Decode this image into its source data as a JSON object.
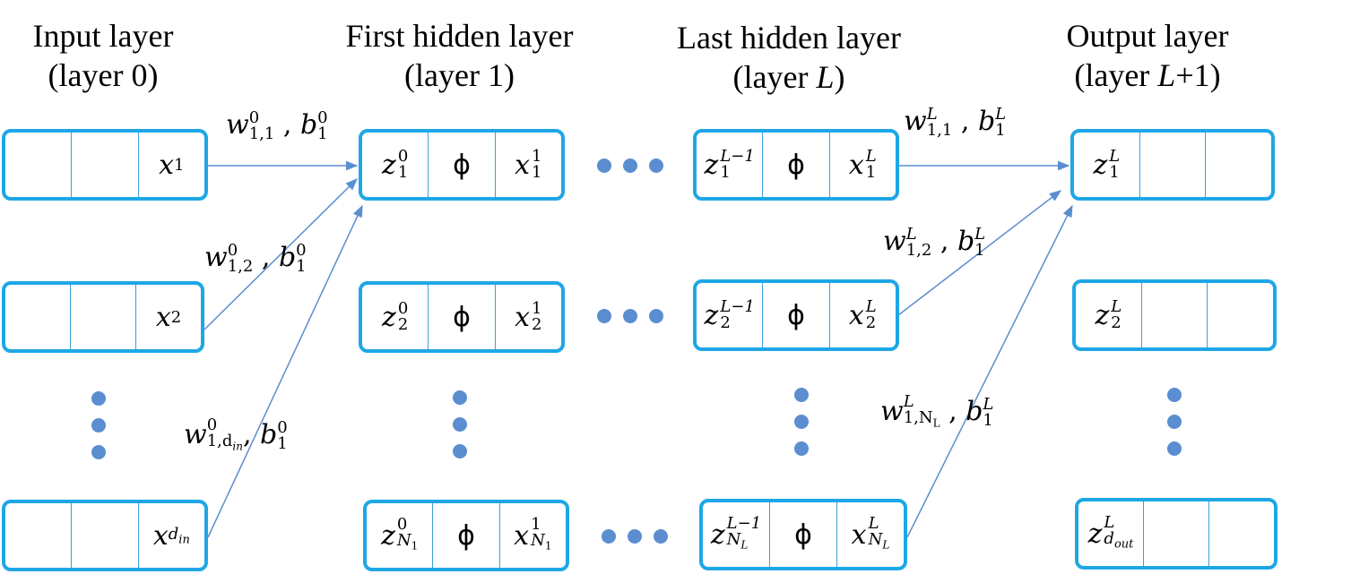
{
  "headers": {
    "input": {
      "line1": "Input layer",
      "line2": "(layer 0)"
    },
    "first_hidden": {
      "line1": "First hidden layer",
      "line2": "(layer 1)"
    },
    "last_hidden": {
      "line1": "Last hidden layer",
      "line2_pre": "(layer ",
      "line2_sym": "L",
      "line2_post": ")"
    },
    "output": {
      "line1": "Output layer",
      "line2_pre": "(layer ",
      "line2_sym": "L",
      "line2_post": "+1)"
    }
  },
  "cell_phi": "ϕ",
  "input_nodes": [
    {
      "sym": "x",
      "sub": "1",
      "sup": ""
    },
    {
      "sym": "x",
      "sub": "2",
      "sup": ""
    },
    {
      "sym": "x",
      "sub": "d",
      "subsub": "in",
      "sup": ""
    }
  ],
  "first_hidden_nodes": [
    {
      "z": {
        "sym": "z",
        "sub": "1",
        "sup": "0"
      },
      "x": {
        "sym": "x",
        "sub": "1",
        "sup": "1"
      }
    },
    {
      "z": {
        "sym": "z",
        "sub": "2",
        "sup": "0"
      },
      "x": {
        "sym": "x",
        "sub": "2",
        "sup": "1"
      }
    },
    {
      "z": {
        "sym": "z",
        "sub": "N",
        "subsub": "1",
        "sup": "0"
      },
      "x": {
        "sym": "x",
        "sub": "N",
        "subsub": "1",
        "sup": "1"
      }
    }
  ],
  "last_hidden_nodes": [
    {
      "z": {
        "sym": "z",
        "sub": "1",
        "sup": "L−1"
      },
      "x": {
        "sym": "x",
        "sub": "1",
        "sup": "L"
      }
    },
    {
      "z": {
        "sym": "z",
        "sub": "2",
        "sup": "L−1"
      },
      "x": {
        "sym": "x",
        "sub": "2",
        "sup": "L"
      }
    },
    {
      "z": {
        "sym": "z",
        "sub": "N",
        "subsub": "L",
        "sup": "L−1"
      },
      "x": {
        "sym": "x",
        "sub": "N",
        "subsub": "L",
        "sup": "L"
      }
    }
  ],
  "output_nodes": [
    {
      "sym": "z",
      "sub": "1",
      "sup": "L"
    },
    {
      "sym": "z",
      "sub": "2",
      "sup": "L"
    },
    {
      "sym": "z",
      "sub": "d",
      "subsub": "out",
      "sup": "L"
    }
  ],
  "weight_labels": {
    "w11_0": {
      "w": "w",
      "wsub": "1,1",
      "wsup": "0",
      "sep": " , ",
      "b": "b",
      "bsub": "1",
      "bsup": "0"
    },
    "w12_0": {
      "w": "w",
      "wsub": "1,2",
      "wsup": "0",
      "sep": " , ",
      "b": "b",
      "bsub": "1",
      "bsup": "0"
    },
    "w1din_0": {
      "w": "w",
      "wsub": "1,d",
      "wsubsub": "in",
      "wsup": "0",
      "sep": ", ",
      "b": "b",
      "bsub": "1",
      "bsup": "0"
    },
    "w11_L": {
      "w": "w",
      "wsub": "1,1",
      "wsup": "L",
      "sep": " , ",
      "b": "b",
      "bsub": "1",
      "bsup": "L"
    },
    "w12_L": {
      "w": "w",
      "wsub": "1,2",
      "wsup": "L",
      "sep": " , ",
      "b": "b",
      "bsub": "1",
      "bsup": "L"
    },
    "w1NL_L": {
      "w": "w",
      "wsub": "1,N",
      "wsubsub": "L",
      "wsup": "L",
      "sep": " , ",
      "b": "b",
      "bsub": "1",
      "bsup": "L"
    }
  },
  "colors": {
    "node_border": "#1ea7e6",
    "arrow": "#5b8ed0",
    "dot": "#5b8ed0"
  }
}
